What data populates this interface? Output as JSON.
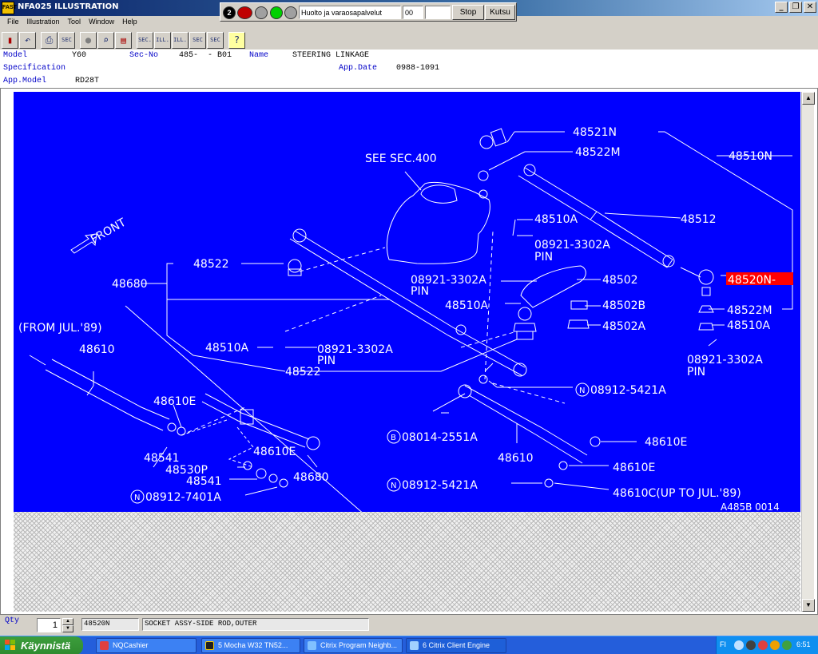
{
  "window": {
    "title": "NFA025 ILLUSTRATION",
    "app_icon": "FAST"
  },
  "searchbar": {
    "num": "2",
    "query": "Huolto ja varaosapalvelut",
    "field2": "00",
    "field3": "",
    "stop": "Stop",
    "kutsu": "Kutsu",
    "colors": [
      "#c00000",
      "#a0a0a0",
      "#00d000",
      "#a0a0a0"
    ]
  },
  "menu": [
    "File",
    "Illustration",
    "Tool",
    "Window",
    "Help"
  ],
  "toolbar_icons": [
    "exit-icon",
    "back-icon",
    "print-icon",
    "sec-icon",
    "circle-icon",
    "zoom-icon",
    "page-icon",
    "sec-ill-1-icon",
    "ill-icon",
    "ill-2-icon",
    "sec-2-icon",
    "sec-3-icon",
    "help-icon"
  ],
  "toolbar_labels": [
    "",
    "",
    "",
    "SEC",
    "",
    "",
    "",
    "SEC.",
    "ILL.",
    "ILL.",
    "SEC",
    "SEC",
    ""
  ],
  "info": {
    "model_label": "Model",
    "model": "Y60",
    "secno_label": "Sec-No",
    "secno": "485-  - B01",
    "name_label": "Name",
    "name": "STEERING LINKAGE",
    "spec_label": "Specification",
    "appdate_label": "App.Date",
    "appdate": "0988-1091",
    "appmodel_label": "App.Model",
    "appmodel": "RD28T"
  },
  "drawing": {
    "labels": {
      "p48521N": "48521N",
      "p48522M_top": "48522M",
      "p48510N": "48510N",
      "see_sec": "SEE SEC.400",
      "p48510A_1": "48510A",
      "p48512": "48512",
      "pin_1": "08921-3302A",
      "pin_1b": "PIN",
      "front": "FRONT",
      "p48522_left": "48522",
      "p48680_left": "48680",
      "pin_2": "08921-3302A",
      "pin_2b": "PIN",
      "p48502": "48502",
      "p48520N": "48520N",
      "p48510A_2": "48510A",
      "p48502B": "48502B",
      "p48522M_right": "48522M",
      "p48510A_3": "48510A",
      "p48502A": "48502A",
      "from_jul": "(FROM JUL.'89)",
      "p48610_left": "48610",
      "p48510A_4": "48510A",
      "pin_3": "08921-3302A",
      "pin_3b": "PIN",
      "pin_4": "08921-3302A",
      "pin_4b": "PIN",
      "p48522_mid": "48522",
      "n08912_1": "08912-5421A",
      "p48610E_1": "48610E",
      "b08014": "08014-2551A",
      "p48610E_2": "48610E",
      "p48541_1": "48541",
      "p48610E_3": "48610E",
      "p48530P": "48530P",
      "p48680_bot": "48680",
      "p48610_mid": "48610",
      "p48541_2": "48541",
      "p48610E_4": "48610E",
      "n08912_2": "08912-5421A",
      "n08912_3": "08912-7401A",
      "p48610C": "48610C(UP TO JUL.'89)",
      "ref": "A485B 0014"
    },
    "highlight": "48520N-"
  },
  "status": {
    "qty_label": "Qty",
    "qty": "1",
    "part_no": "48520N",
    "part_desc": "SOCKET ASSY-SIDE ROD,OUTER"
  },
  "taskbar": {
    "start": "Käynnistä",
    "tasks": [
      {
        "label": "NQCashier",
        "icon": "cashier-icon"
      },
      {
        "label": "5 Mocha W32 TN52...",
        "icon": "terminal-icon"
      },
      {
        "label": "Citrix Program Neighb...",
        "icon": "citrix-icon"
      },
      {
        "label": "6 Citrix Client Engine",
        "icon": "citrix-engine-icon"
      }
    ],
    "lang": "FI",
    "clock": "6:51"
  }
}
